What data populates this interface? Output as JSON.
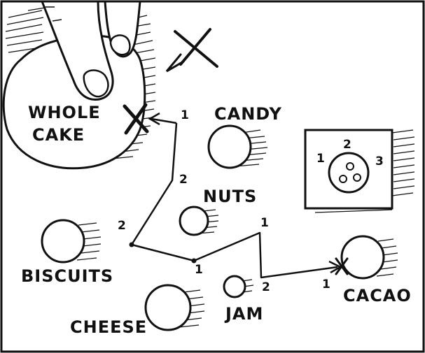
{
  "labels": {
    "whole_cake_line1": "WHOLE",
    "whole_cake_line2": "CAKE",
    "candy": "CANDY",
    "nuts": "NUTS",
    "biscuits": "BISCUITS",
    "cheese": "CHEESE",
    "jam": "JAM",
    "cacao": "CACAO"
  },
  "path_numbers": {
    "at_cake_arrow": "1",
    "upper_turn": "2",
    "left_corner": "2",
    "lower_mid": "1",
    "right_top": "1",
    "right_bottom": "2",
    "at_cacao": "1"
  },
  "legend": {
    "top": "2",
    "left": "1",
    "right": "3"
  },
  "colors": {
    "ink": "#111111",
    "paper": "#ffffff"
  }
}
